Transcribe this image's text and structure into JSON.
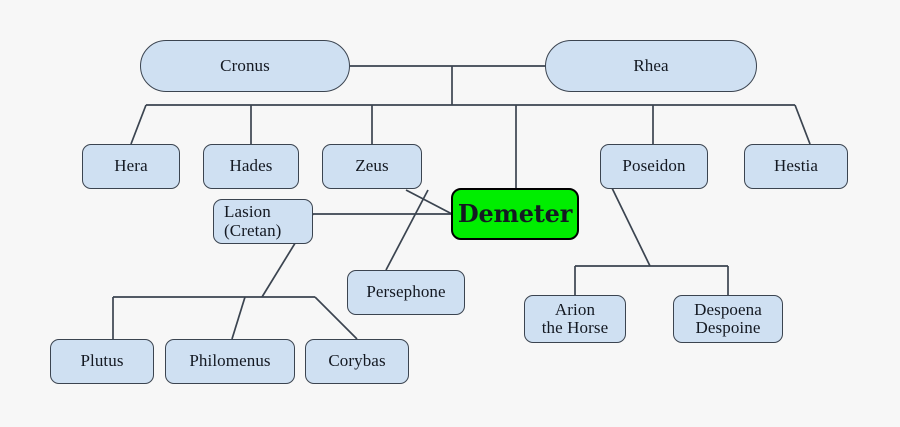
{
  "diagram": {
    "title": "Demeter family tree",
    "background_color": "#f7f7f7",
    "node_fill": "#cfe0f2",
    "node_stroke": "#3b4450",
    "highlight_fill": "#00ee00",
    "highlight_stroke": "#000000",
    "edge_color": "#3b4450"
  },
  "nodes": {
    "cronus": {
      "label": "Cronus"
    },
    "rhea": {
      "label": "Rhea"
    },
    "hera": {
      "label": "Hera"
    },
    "hades": {
      "label": "Hades"
    },
    "zeus": {
      "label": "Zeus"
    },
    "poseidon": {
      "label": "Poseidon"
    },
    "hestia": {
      "label": "Hestia"
    },
    "demeter": {
      "label": "Demeter"
    },
    "lasion": {
      "label": "Lasion\n(Cretan)"
    },
    "persephone": {
      "label": "Persephone"
    },
    "plutus": {
      "label": "Plutus"
    },
    "philomenus": {
      "label": "Philomenus"
    },
    "corybas": {
      "label": "Corybas"
    },
    "arion": {
      "label": "Arion\nthe Horse"
    },
    "despoena": {
      "label": "Despoena\nDespoine"
    }
  }
}
